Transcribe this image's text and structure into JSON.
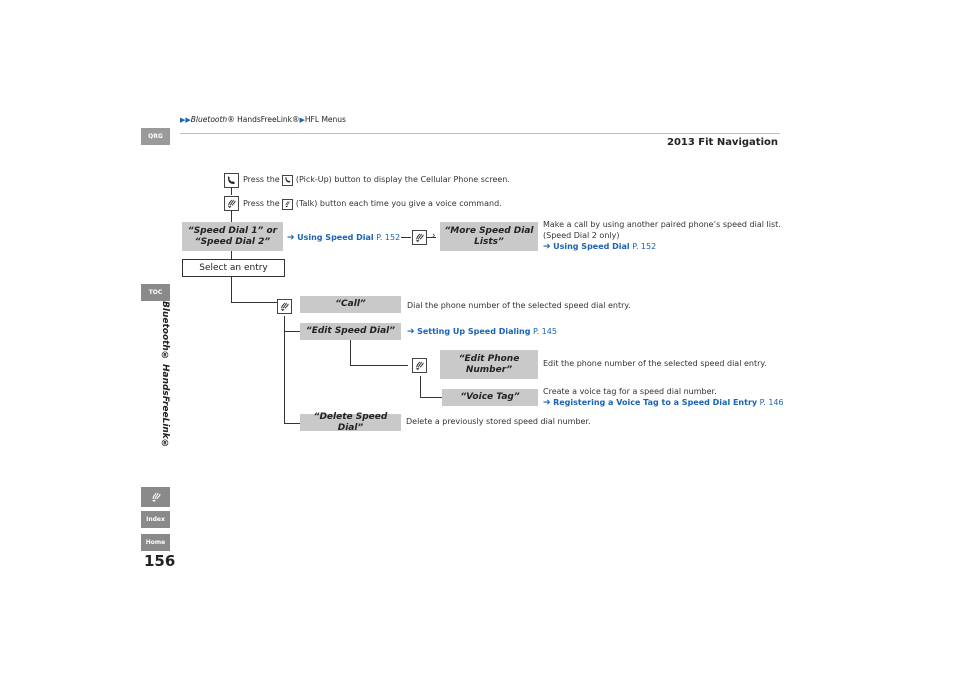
{
  "breadcrumb": {
    "part1": "Bluetooth",
    "part1_suffix": "® HandsFreeLink®",
    "part2": "HFL Menus"
  },
  "header": {
    "title": "2013 Fit Navigation"
  },
  "side_tabs": {
    "qrg": "QRG",
    "toc": "TOC",
    "index": "Index",
    "home": "Home"
  },
  "vertical_title": "Bluetooth® HandsFreeLink®",
  "page_number": "156",
  "intro": {
    "pickup_pre": "Press the",
    "pickup_post": "(Pick-Up) button to display the Cellular Phone screen.",
    "talk_pre": "Press the",
    "talk_post": "(Talk) button each time you give a voice command."
  },
  "commands": {
    "speed_dial_1_2": "“Speed Dial 1” or “Speed Dial 2”",
    "more_speed_dial_lists": "“More Speed Dial Lists”",
    "select_entry": "Select an entry",
    "call": "“Call”",
    "edit_speed_dial": "“Edit Speed Dial”",
    "edit_phone_number": "“Edit Phone Number”",
    "voice_tag": "“Voice Tag”",
    "delete_speed_dial": "“Delete Speed Dial”"
  },
  "refs": {
    "using_speed_dial": {
      "label": "Using Speed Dial",
      "page": "P. 152"
    },
    "setting_up_speed_dialing": {
      "label": "Setting Up Speed Dialing",
      "page": "P. 145"
    },
    "registering_voice_tag": {
      "label": "Registering a Voice Tag to a Speed Dial Entry",
      "page": "P. 146"
    }
  },
  "descriptions": {
    "more_speed_dial_line1": "Make a call by using another paired phone’s speed dial list.",
    "more_speed_dial_line2": "(Speed Dial 2 only)",
    "call": "Dial the phone number of the selected speed dial entry.",
    "edit_phone_number": "Edit the phone number of the selected speed dial entry.",
    "voice_tag": "Create a voice tag for a speed dial number.",
    "delete_speed_dial": "Delete a previously stored speed dial number."
  }
}
